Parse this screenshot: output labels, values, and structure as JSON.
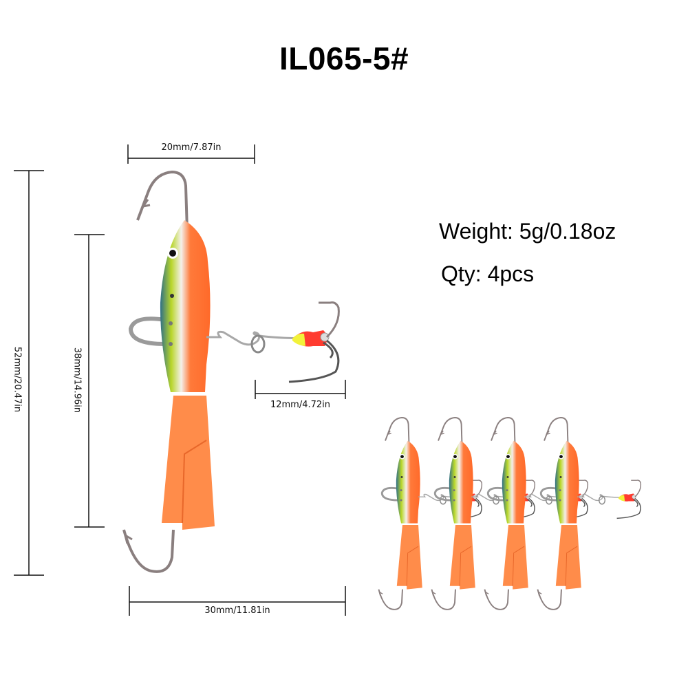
{
  "title": "IL065-5#",
  "specs": {
    "weight": "Weight: 5g/0.18oz",
    "qty": "Qty: 4pcs"
  },
  "dimensions": {
    "body_width": "20mm/7.87in",
    "total_height": "52mm/20.47in",
    "body_height": "38mm/14.96in",
    "treble_length": "12mm/4.72in",
    "total_length": "30mm/11.81in"
  },
  "colors": {
    "body_orange": "#ff7a3a",
    "fin_orange": "#ff8c4a",
    "back_green": "#b8d62a",
    "back_blue": "#2f6f86",
    "bead_yellow": "#f2f23a",
    "bead_red": "#ff3b2f",
    "hook_metal": "#8a7f7f"
  }
}
